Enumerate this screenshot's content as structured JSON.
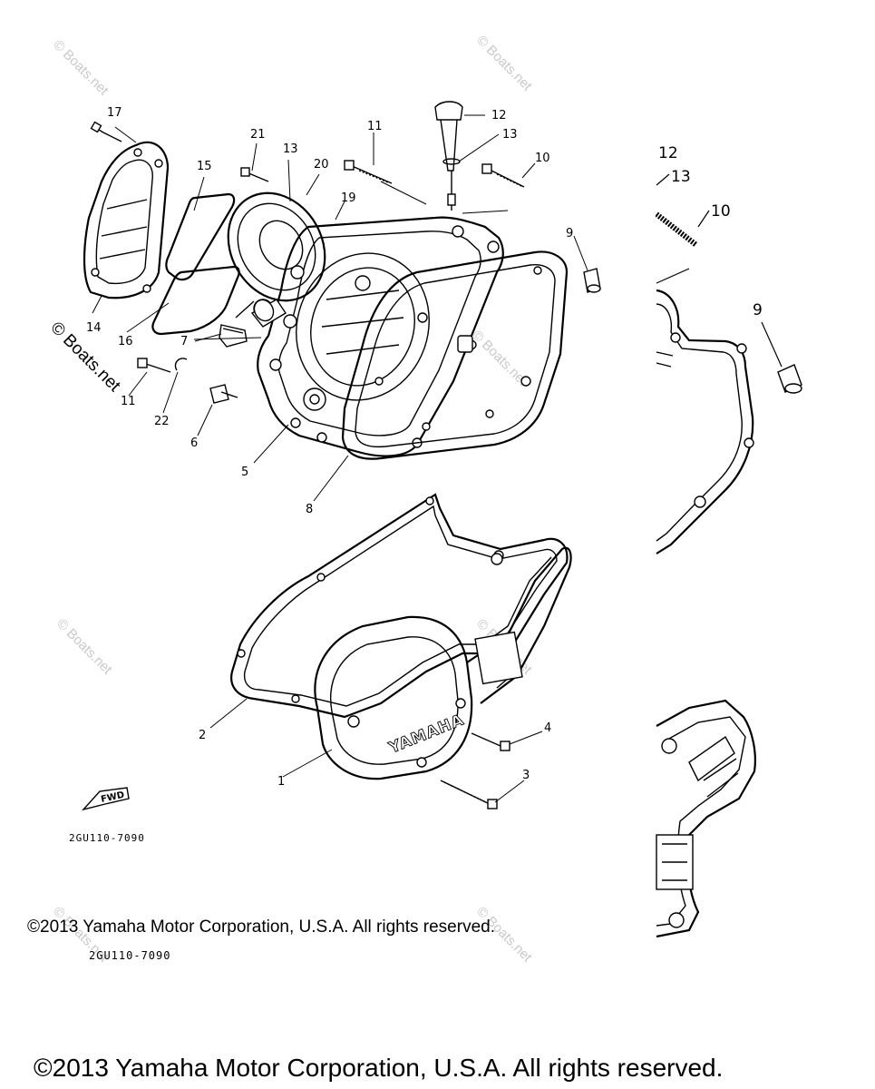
{
  "callouts": {
    "c1": "1",
    "c2": "2",
    "c3": "3",
    "c4": "4",
    "c5": "5",
    "c6": "6",
    "c7": "7",
    "c8": "8",
    "c9": "9",
    "c10": "10",
    "c11": "11",
    "c12": "12",
    "c13": "13",
    "c14": "14",
    "c15": "15",
    "c16": "16",
    "c17": "17",
    "c19": "19",
    "c20": "20",
    "c21": "21",
    "c22": "22",
    "c18": "13"
  },
  "zoom_callouts": {
    "z12": "12",
    "z13": "13",
    "z10": "10",
    "z9": "9"
  },
  "cover_logo": "YAMAHA",
  "fwd_label": "FWD",
  "diagram_code": "2GU110-7090",
  "diagram_code_2": "2GU110-7090",
  "copyright_inner": "©2013 Yamaha Motor Corporation, U.S.A. All rights reserved.",
  "copyright_footer": "©2013 Yamaha Motor Corporation, U.S.A. All rights reserved.",
  "watermark": "© Boats.net"
}
